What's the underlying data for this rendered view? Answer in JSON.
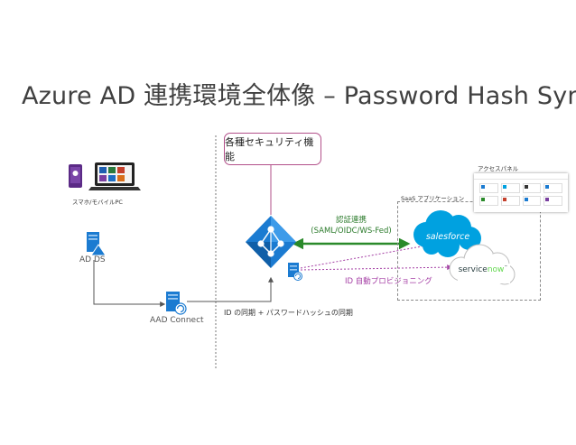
{
  "title": "Azure AD 連携環境全体像 – Password Hash Sync",
  "security_box": "各種セキュリティ機能",
  "devices_label": "スマホ/モバイルPC",
  "ad_ds_label": "AD DS",
  "aad_connect_label": "AAD Connect",
  "sync_label": "ID の同期 + パスワードハッシュの同期",
  "auth_label_line1": "認証連携",
  "auth_label_line2": "(SAML/OIDC/WS-Fed)",
  "provisioning_label": "ID 自動プロビジョニング",
  "saas_label": "SaaS アプリケーション",
  "portal_label": "アクセスパネル",
  "salesforce_label": "salesforce",
  "servicenow_label_main": "service",
  "servicenow_label_accent": "now",
  "servicenow_mark": "™",
  "colors": {
    "azure_blue": "#1b7bd1",
    "auth_green": "#2a8a2a",
    "provisioning_purple": "#a43ea4",
    "security_border": "#b2508a",
    "salesforce": "#00a1e0"
  }
}
